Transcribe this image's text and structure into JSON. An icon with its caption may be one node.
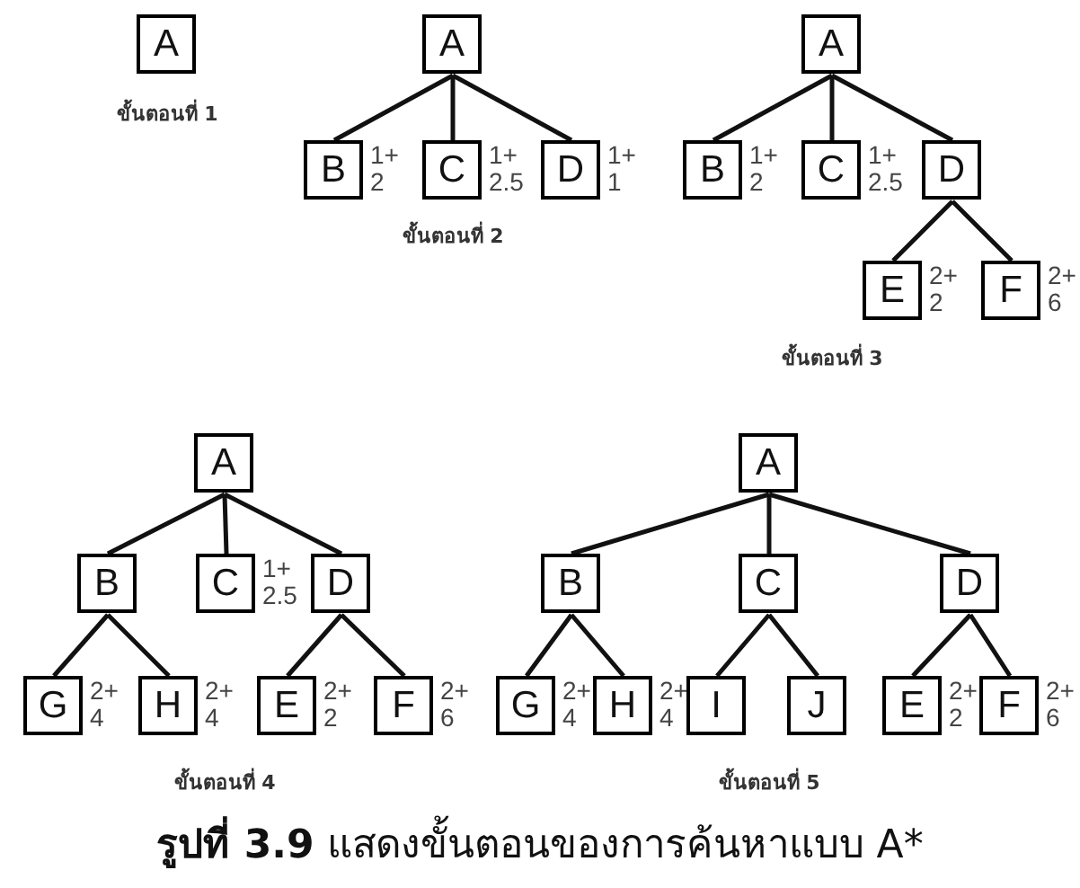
{
  "diagram": {
    "caption": "**รูปที่ 3.9** แสดงขั้นตอนของการค้นหาแบบ A*",
    "nodes": [
      {
        "text": [
          "A"
        ]
      },
      {
        "text": [
          "A"
        ]
      },
      {
        "text": [
          "B"
        ],
        "beside": [
          "1+ 2"
        ]
      },
      {
        "text": [
          "C"
        ],
        "beside": [
          "1+ 2.5"
        ]
      },
      {
        "text": [
          "D"
        ],
        "beside": [
          "1+ 1"
        ]
      },
      {
        "text": [
          "A"
        ]
      },
      {
        "text": [
          "B"
        ],
        "beside": [
          "1+ 2"
        ]
      },
      {
        "text": [
          "C"
        ],
        "beside": [
          "1+ 2.5"
        ]
      },
      {
        "text": [
          "D"
        ]
      },
      {
        "text": [
          "E"
        ],
        "beside": [
          "2+ 2"
        ]
      },
      {
        "text": [
          "F"
        ],
        "beside": [
          "2+ 6"
        ]
      },
      {
        "text": [
          "A"
        ]
      },
      {
        "text": [
          "B"
        ]
      },
      {
        "text": [
          "C"
        ],
        "beside": [
          "1+ 2.5"
        ]
      },
      {
        "text": [
          "D"
        ]
      },
      {
        "text": [
          "G"
        ],
        "beside": [
          "2+ 4"
        ]
      },
      {
        "text": [
          "H"
        ],
        "beside": [
          "2+ 4"
        ]
      },
      {
        "text": [
          "E"
        ],
        "beside": [
          "2+ 2"
        ]
      },
      {
        "text": [
          "F"
        ],
        "beside": [
          "2+ 6"
        ]
      },
      {
        "text": [
          "A"
        ]
      },
      {
        "text": [
          "B"
        ]
      },
      {
        "text": [
          "C"
        ]
      },
      {
        "text": [
          "D"
        ]
      },
      {
        "text": [
          "G"
        ],
        "beside": [
          "2+ 4"
        ]
      },
      {
        "text": [
          "H"
        ],
        "beside": [
          "2+ 4"
        ]
      },
      {
        "text": [
          "I"
        ]
      },
      {
        "text": [
          "J"
        ]
      },
      {
        "text": [
          "E"
        ],
        "beside": [
          "2+ 2"
        ]
      },
      {
        "text": [
          "F"
        ],
        "beside": [
          "2+ 6"
        ]
      }
    ],
    "edges": [
      {
        "from": 1,
        "to": 2,
        "arrow": "none"
      },
      {
        "from": 1,
        "to": 3,
        "arrow": "none"
      },
      {
        "from": 1,
        "to": 4,
        "arrow": "none"
      },
      {
        "from": 5,
        "to": 6,
        "arrow": "none"
      },
      {
        "from": 5,
        "to": 7,
        "arrow": "none"
      },
      {
        "from": 5,
        "to": 8,
        "arrow": "none"
      },
      {
        "from": 8,
        "to": 9,
        "arrow": "none"
      },
      {
        "from": 8,
        "to": 10,
        "arrow": "none"
      },
      {
        "from": 11,
        "to": 12,
        "arrow": "none"
      },
      {
        "from": 11,
        "to": 13,
        "arrow": "none"
      },
      {
        "from": 11,
        "to": 14,
        "arrow": "none"
      },
      {
        "from": 12,
        "to": 15,
        "arrow": "none"
      },
      {
        "from": 12,
        "to": 16,
        "arrow": "none"
      },
      {
        "from": 14,
        "to": 17,
        "arrow": "none"
      },
      {
        "from": 14,
        "to": 18,
        "arrow": "none"
      },
      {
        "from": 19,
        "to": 20,
        "arrow": "none"
      },
      {
        "from": 19,
        "to": 21,
        "arrow": "none"
      },
      {
        "from": 19,
        "to": 22,
        "arrow": "none"
      },
      {
        "from": 20,
        "to": 23,
        "arrow": "none"
      },
      {
        "from": 20,
        "to": 24,
        "arrow": "none"
      },
      {
        "from": 21,
        "to": 25,
        "arrow": "none"
      },
      {
        "from": 21,
        "to": 26,
        "arrow": "none"
      },
      {
        "from": 22,
        "to": 27,
        "arrow": "none"
      },
      {
        "from": 22,
        "to": 28,
        "arrow": "none"
      }
    ],
    "labels": [
      "ขั้นตอนที่ 1",
      "ขั้นตอนที่ 2",
      "ขั้นตอนที่ 3",
      "ขั้นตอนที่ 4",
      "ขั้นตอนที่ 5"
    ]
  }
}
